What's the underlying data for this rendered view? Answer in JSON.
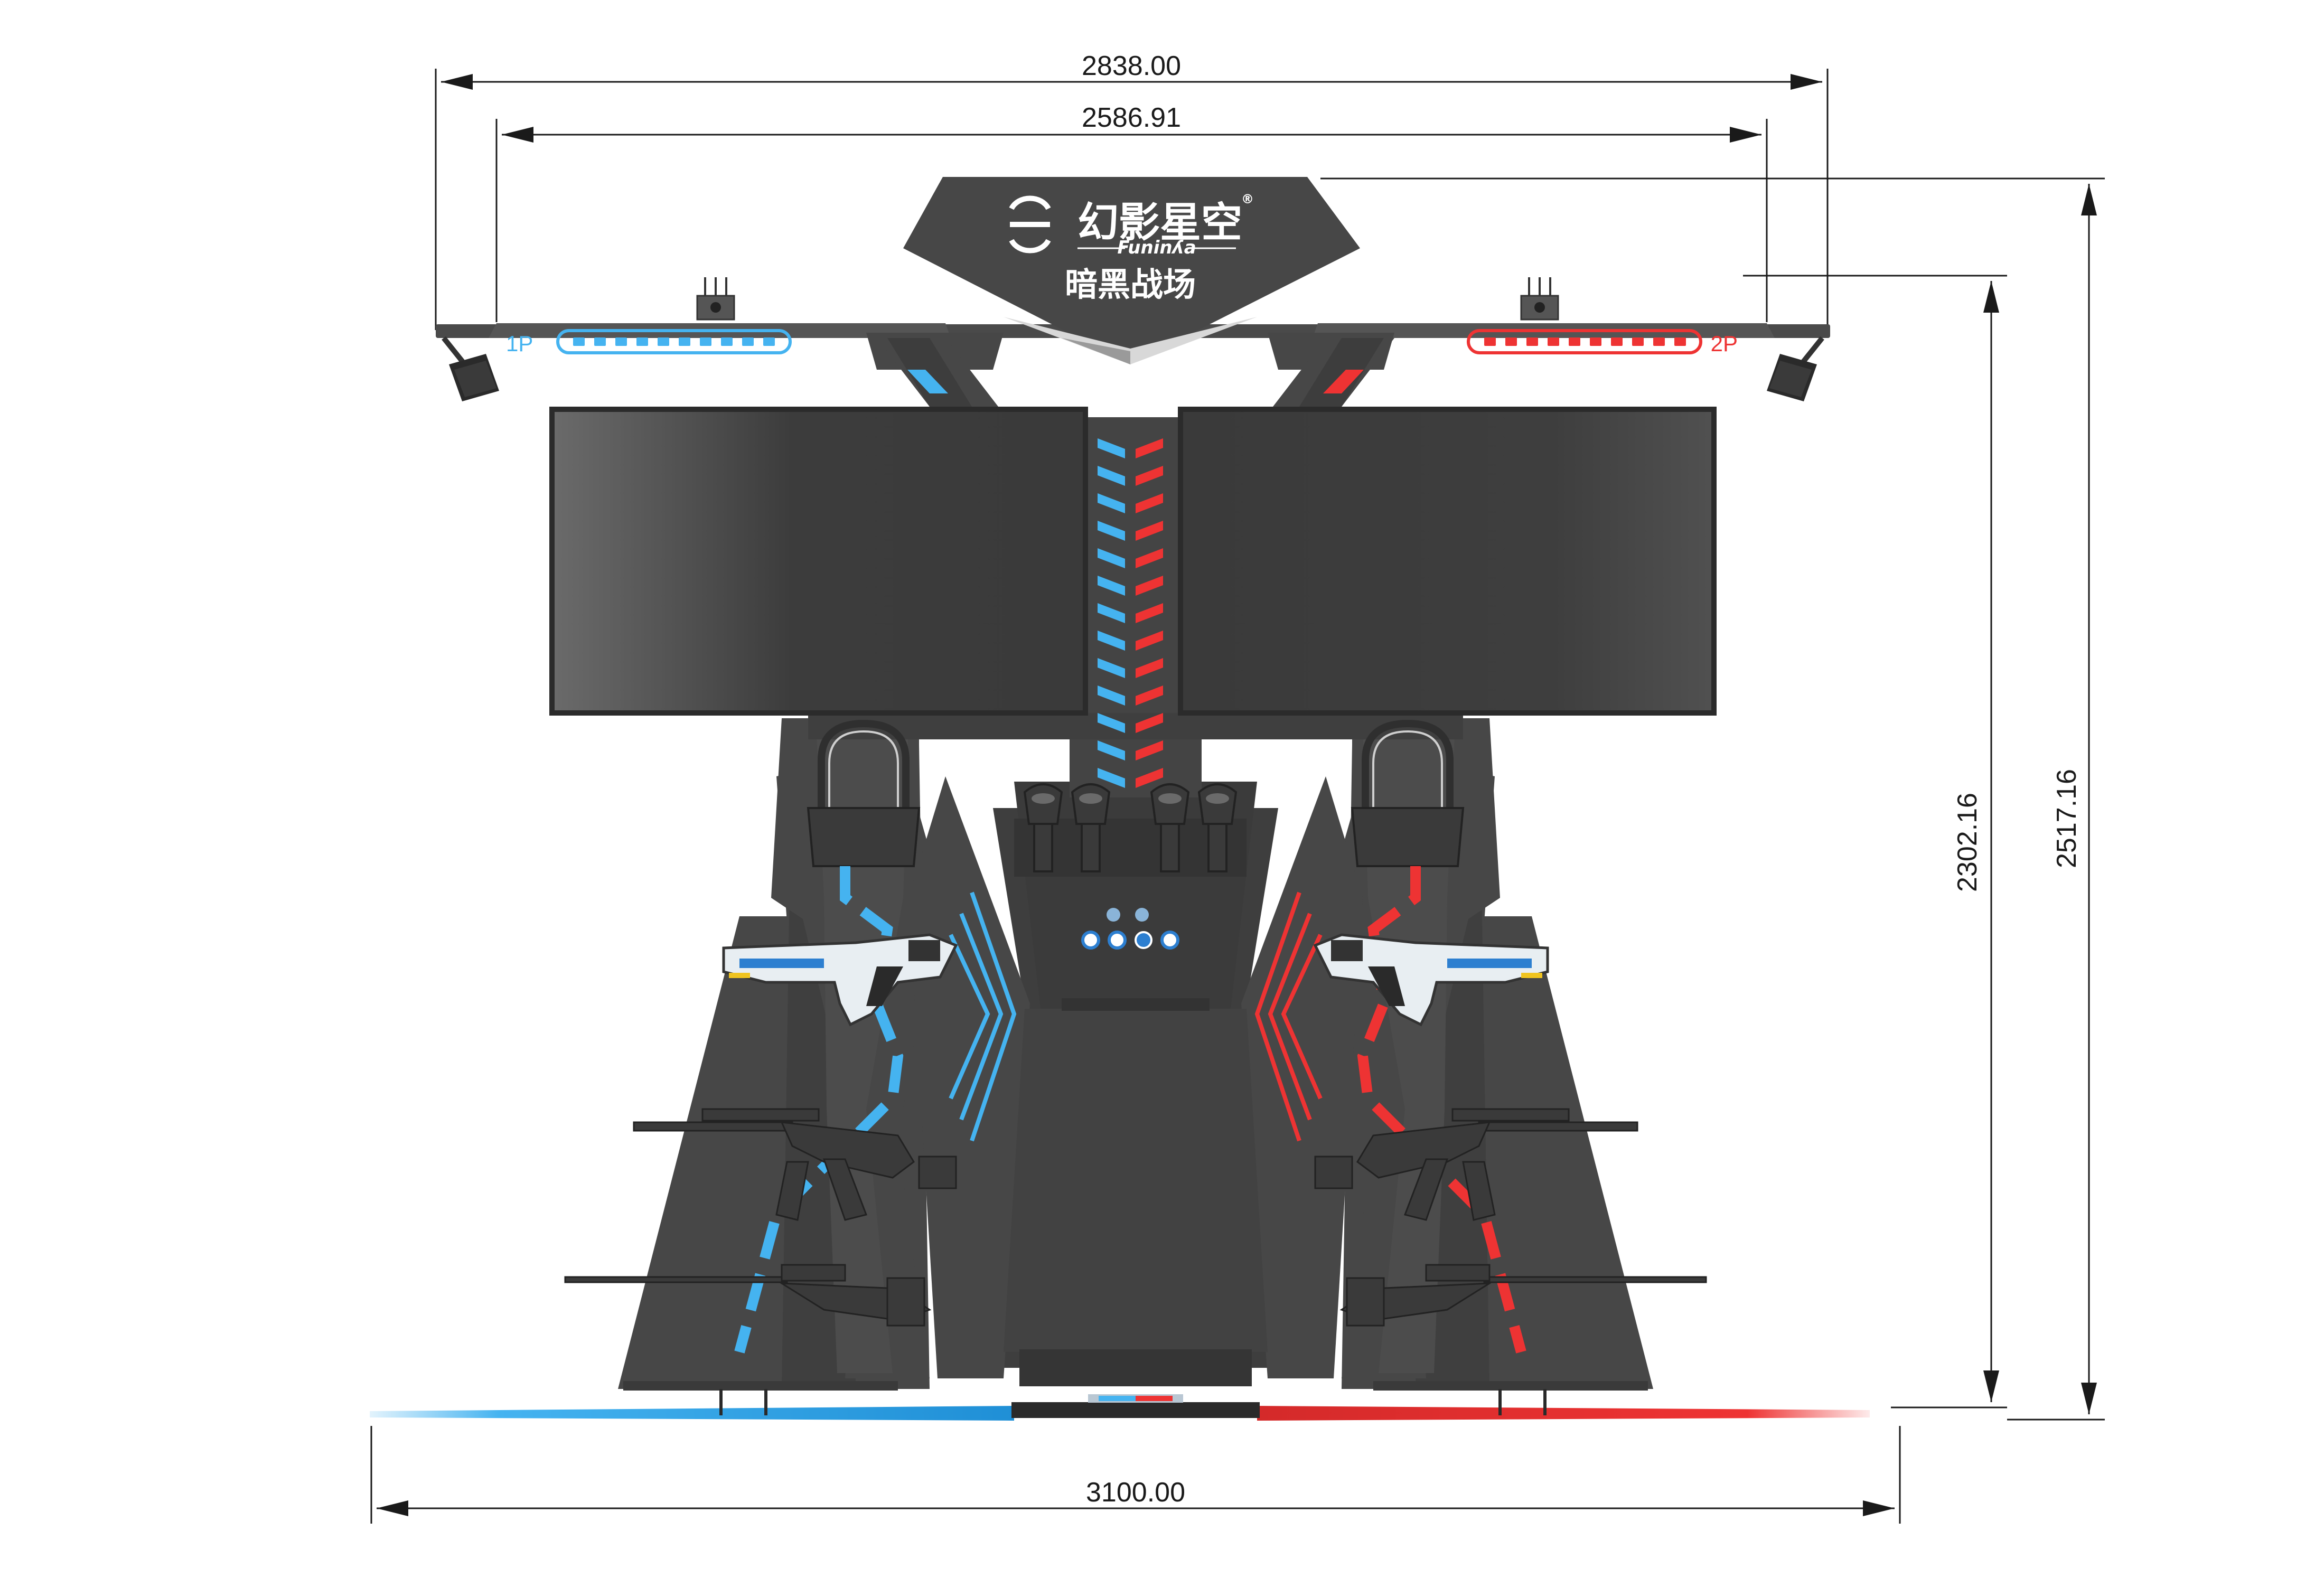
{
  "dimensions": {
    "overall_top_width": "2838.00",
    "inner_top_width": "2586.91",
    "base_width": "3100.00",
    "structure_height": "2302.16",
    "total_height": "2517.16"
  },
  "sign": {
    "brand_cn": "幻影星空",
    "brand_en": "Funinʎa",
    "trademark": "®",
    "game_title": "暗黑战场"
  },
  "players": {
    "left_label": "1P",
    "right_label": "2P"
  },
  "colors": {
    "body": "#474747",
    "body_dark": "#2f2f2f",
    "screen": "#3a3a3a",
    "p1_accent": "#45b3f0",
    "p2_accent": "#ee3333",
    "dim_line": "#1a1a1a"
  },
  "icons": {
    "sign_logo": "cloud-swirl-logo-icon",
    "tracker": "base-station-icon",
    "camera": "camera-icon",
    "headset": "vr-headset-icon",
    "controller": "vr-controller-icon",
    "blaster": "sci-fi-blaster-icon",
    "rifle": "assault-rifle-icon",
    "sniper": "sniper-rifle-icon"
  }
}
